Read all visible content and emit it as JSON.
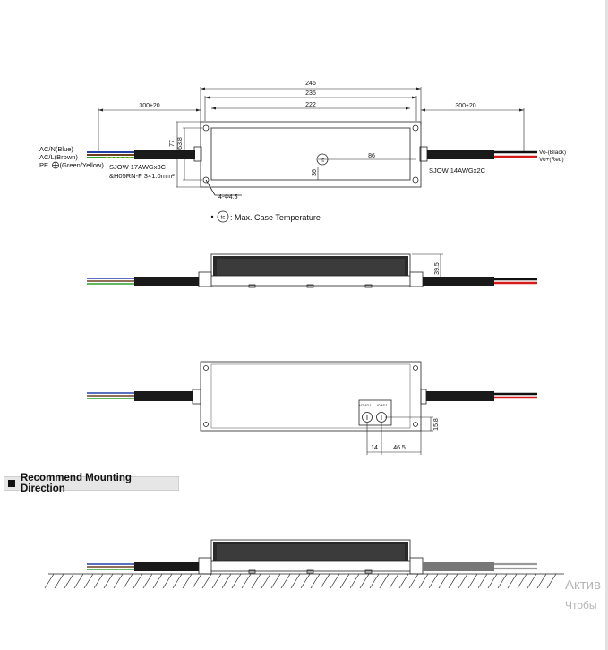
{
  "top_view": {
    "dim_total_width": "246",
    "dim_body_width": "235",
    "dim_mounting_pitch": "222",
    "dim_input_cable_length": "300±20",
    "dim_output_cable_length": "300±20",
    "dim_height_outer": "77",
    "dim_height_inner": "63.8",
    "dim_tc_x": "86",
    "dim_tc_y": "36",
    "hole_spec": "4-Φ4.5",
    "tc_symbol": "tc",
    "input_wire_labels": [
      "AC/N(Blue)",
      "AC/L(Brown)",
      "(Green/Yellow)"
    ],
    "pe_prefix": "PE",
    "input_cable_spec_1": "SJOW 17AWGx3C",
    "input_cable_spec_2": "&H05RN-F 3×1.0mm²",
    "output_wire_labels": [
      "Vo-(Black)",
      "Vo+(Red)"
    ],
    "output_cable_spec": "SJOW 14AWGx2C",
    "tc_note": ": Max. Case Temperature"
  },
  "side_view": {
    "dim_height": "39.5"
  },
  "bottom_view": {
    "pot_labels": [
      "VO ADJ.",
      "IO ADJ."
    ],
    "dim_pot_offset": "14",
    "dim_pot_from_edge": "46.5",
    "dim_pot_height": "15.8"
  },
  "section": {
    "title": "Recommend Mounting Direction"
  },
  "watermark": {
    "line1": "Актив",
    "line2": "Чтобы"
  },
  "colors": {
    "wire_blue": "#2440a8",
    "wire_brown": "#6b4020",
    "wire_green": "#2fa02f",
    "wire_yellow": "#e2d21a",
    "wire_black": "#111111",
    "wire_red": "#d71a1a",
    "cable_jacket": "#1a1a1a",
    "line": "#222222"
  }
}
